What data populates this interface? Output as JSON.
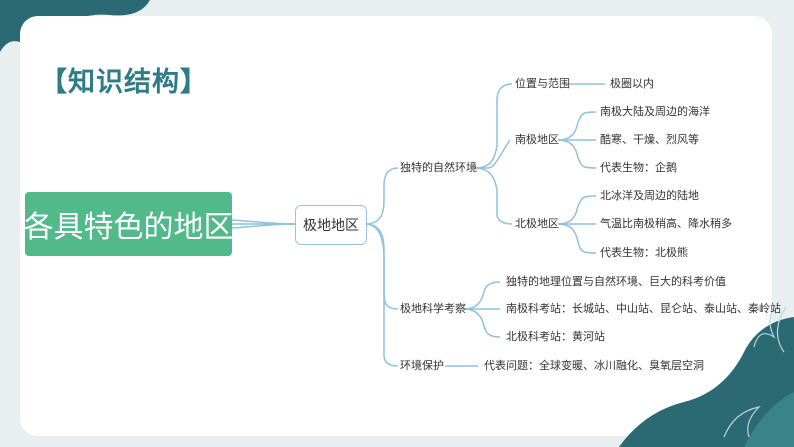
{
  "title": "【知识结构】",
  "root": "各具特色的地区",
  "l1": "极地地区",
  "branches": {
    "natural": {
      "label": "独特的自然环境",
      "position": {
        "label": "位置与范围",
        "leaf": "极圈以内"
      },
      "south": {
        "label": "南极地区",
        "items": [
          "南极大陆及周边的海洋",
          "酷寒、干燥、烈风等",
          "代表生物：企鹅"
        ]
      },
      "north": {
        "label": "北极地区",
        "items": [
          "北冰洋及周边的陆地",
          "气温比南极稍高、降水稍多",
          "代表生物：北极熊"
        ]
      }
    },
    "science": {
      "label": "极地科学考察",
      "items": [
        "独特的地理位置与自然环境、巨大的科考价值",
        "南极科考站：长城站、中山站、昆仑站、泰山站、秦岭站",
        "北极科考站：黄河站"
      ]
    },
    "env": {
      "label": "环境保护",
      "leaf": "代表问题：全球变暖、冰川融化、臭氧层空洞"
    }
  },
  "colors": {
    "accent": "#2e7c86",
    "root": "#52b98a",
    "line": "#8ec3dc",
    "deco": "#2b6a72"
  }
}
